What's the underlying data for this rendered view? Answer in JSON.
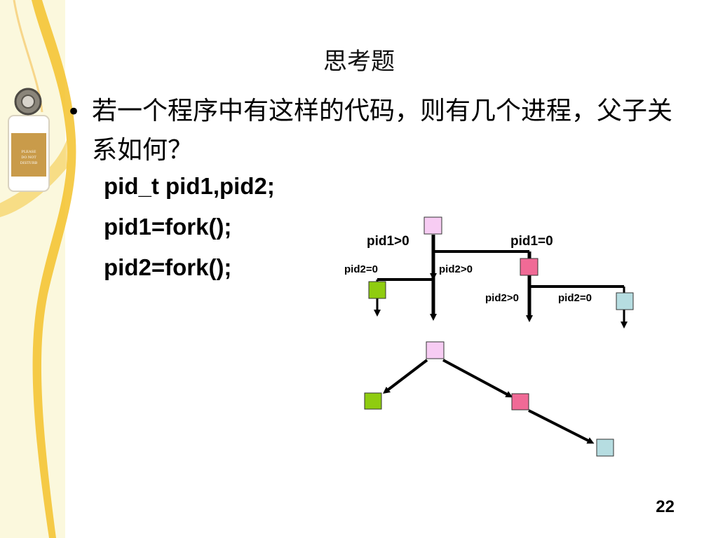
{
  "slide": {
    "title": "思考题",
    "bullet": "•",
    "question": "若一个程序中有这样的代码，则有几个进程，父子关系如何？",
    "code": [
      "pid_t pid1,pid2;",
      "pid1=fork();",
      "pid2=fork();"
    ],
    "page_number": "22"
  },
  "diagram": {
    "labels": {
      "pid1_gt0": "pid1>0",
      "pid1_eq0": "pid1=0",
      "pid2_eq0_left": "pid2=0",
      "pid2_gt0_left": "pid2>0",
      "pid2_gt0_right": "pid2>0",
      "pid2_eq0_right": "pid2=0"
    },
    "colors": {
      "parent": "#f7ccf3",
      "child_green": "#8fcc10",
      "child_pink": "#f06a96",
      "child_cyan": "#b6dde1",
      "line": "#000000",
      "strip": "#fbf8dd",
      "decor_gold": "#f2c11a"
    }
  }
}
